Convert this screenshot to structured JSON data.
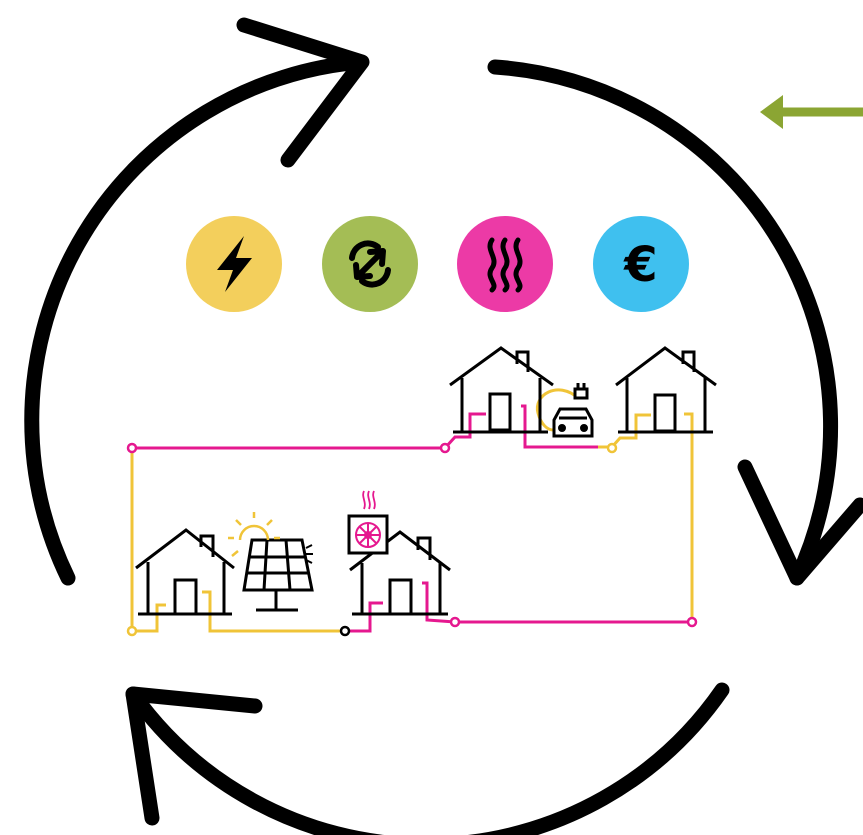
{
  "navigation": {
    "back_arrow_icon": "arrow-left-icon",
    "back_arrow_color": "#8ba533"
  },
  "cycle": {
    "arrow_color": "#000000"
  },
  "badges": [
    {
      "name": "electricity-badge",
      "icon": "lightning-bolt-icon",
      "color": "#f3cf5c"
    },
    {
      "name": "exchange-badge",
      "icon": "exchange-arrows-icon",
      "color": "#a4bd55"
    },
    {
      "name": "heat-badge",
      "icon": "heat-waves-icon",
      "color": "#ec3aa6"
    },
    {
      "name": "money-badge",
      "icon": "euro-icon",
      "color": "#3fc0ef",
      "symbol": "€"
    }
  ],
  "network": {
    "electric_line_color": "#f0c438",
    "heat_line_color": "#e5188f",
    "houses": [
      {
        "name": "house-with-solar-panel",
        "icon": "solar-panel-icon"
      },
      {
        "name": "house-with-heat-pump",
        "icon": "heat-pump-icon"
      },
      {
        "name": "house-with-ev-charger",
        "icon": "electric-car-icon"
      },
      {
        "name": "house-plain",
        "icon": "house-icon"
      }
    ]
  }
}
